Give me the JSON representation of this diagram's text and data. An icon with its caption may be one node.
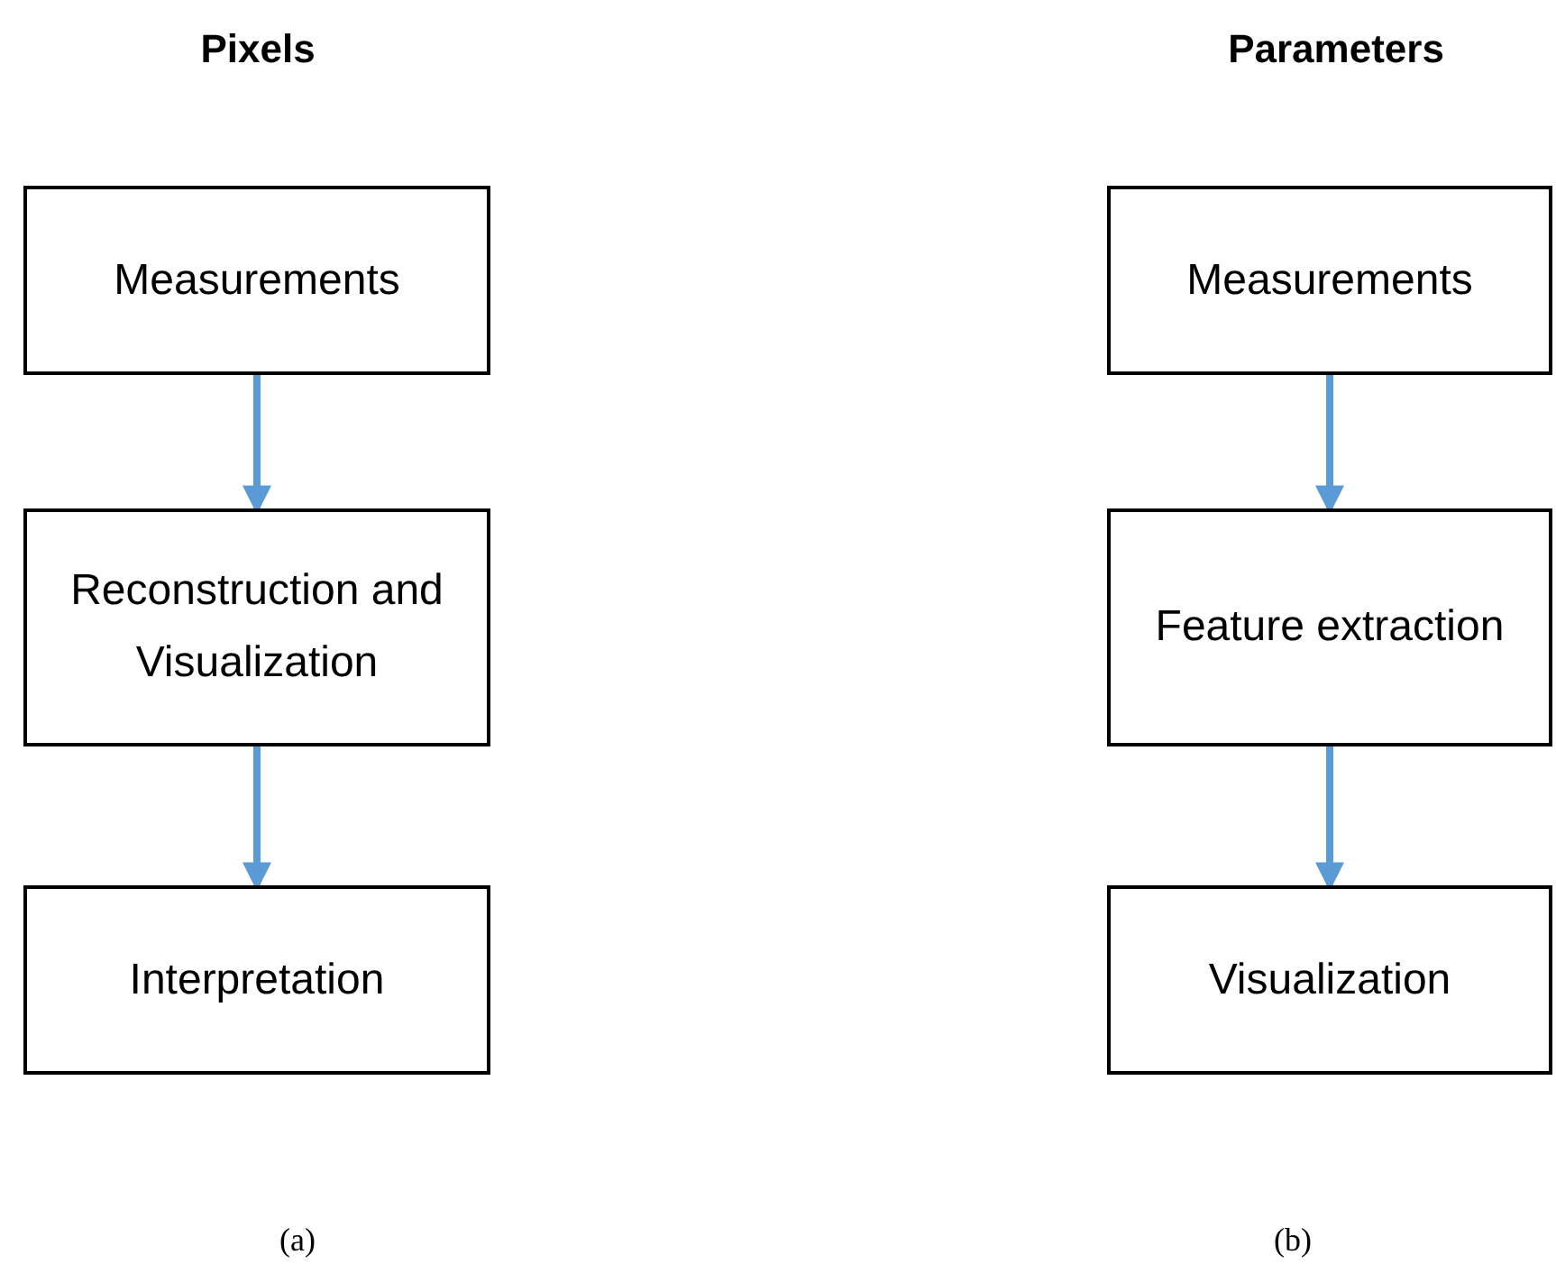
{
  "diagram": {
    "nodes": [
      {
        "text": [
          "Measurements"
        ]
      },
      {
        "text": [
          "Reconstruction and Visualization"
        ]
      },
      {
        "text": [
          "Interpretation"
        ]
      },
      {
        "text": [
          "Measurements"
        ]
      },
      {
        "text": [
          "Feature extraction"
        ]
      },
      {
        "text": [
          "Visualization"
        ]
      }
    ],
    "edges": [
      {
        "from": 0,
        "to": 1,
        "arrow": "to",
        "color": "#5b9bd5"
      },
      {
        "from": 1,
        "to": 2,
        "arrow": "to",
        "color": "#5b9bd5"
      },
      {
        "from": 3,
        "to": 4,
        "arrow": "to",
        "color": "#5b9bd5"
      },
      {
        "from": 4,
        "to": 5,
        "arrow": "to",
        "color": "#5b9bd5"
      }
    ],
    "labels": [
      "Pixels",
      "Parameters",
      "(a)",
      "(b)"
    ]
  }
}
